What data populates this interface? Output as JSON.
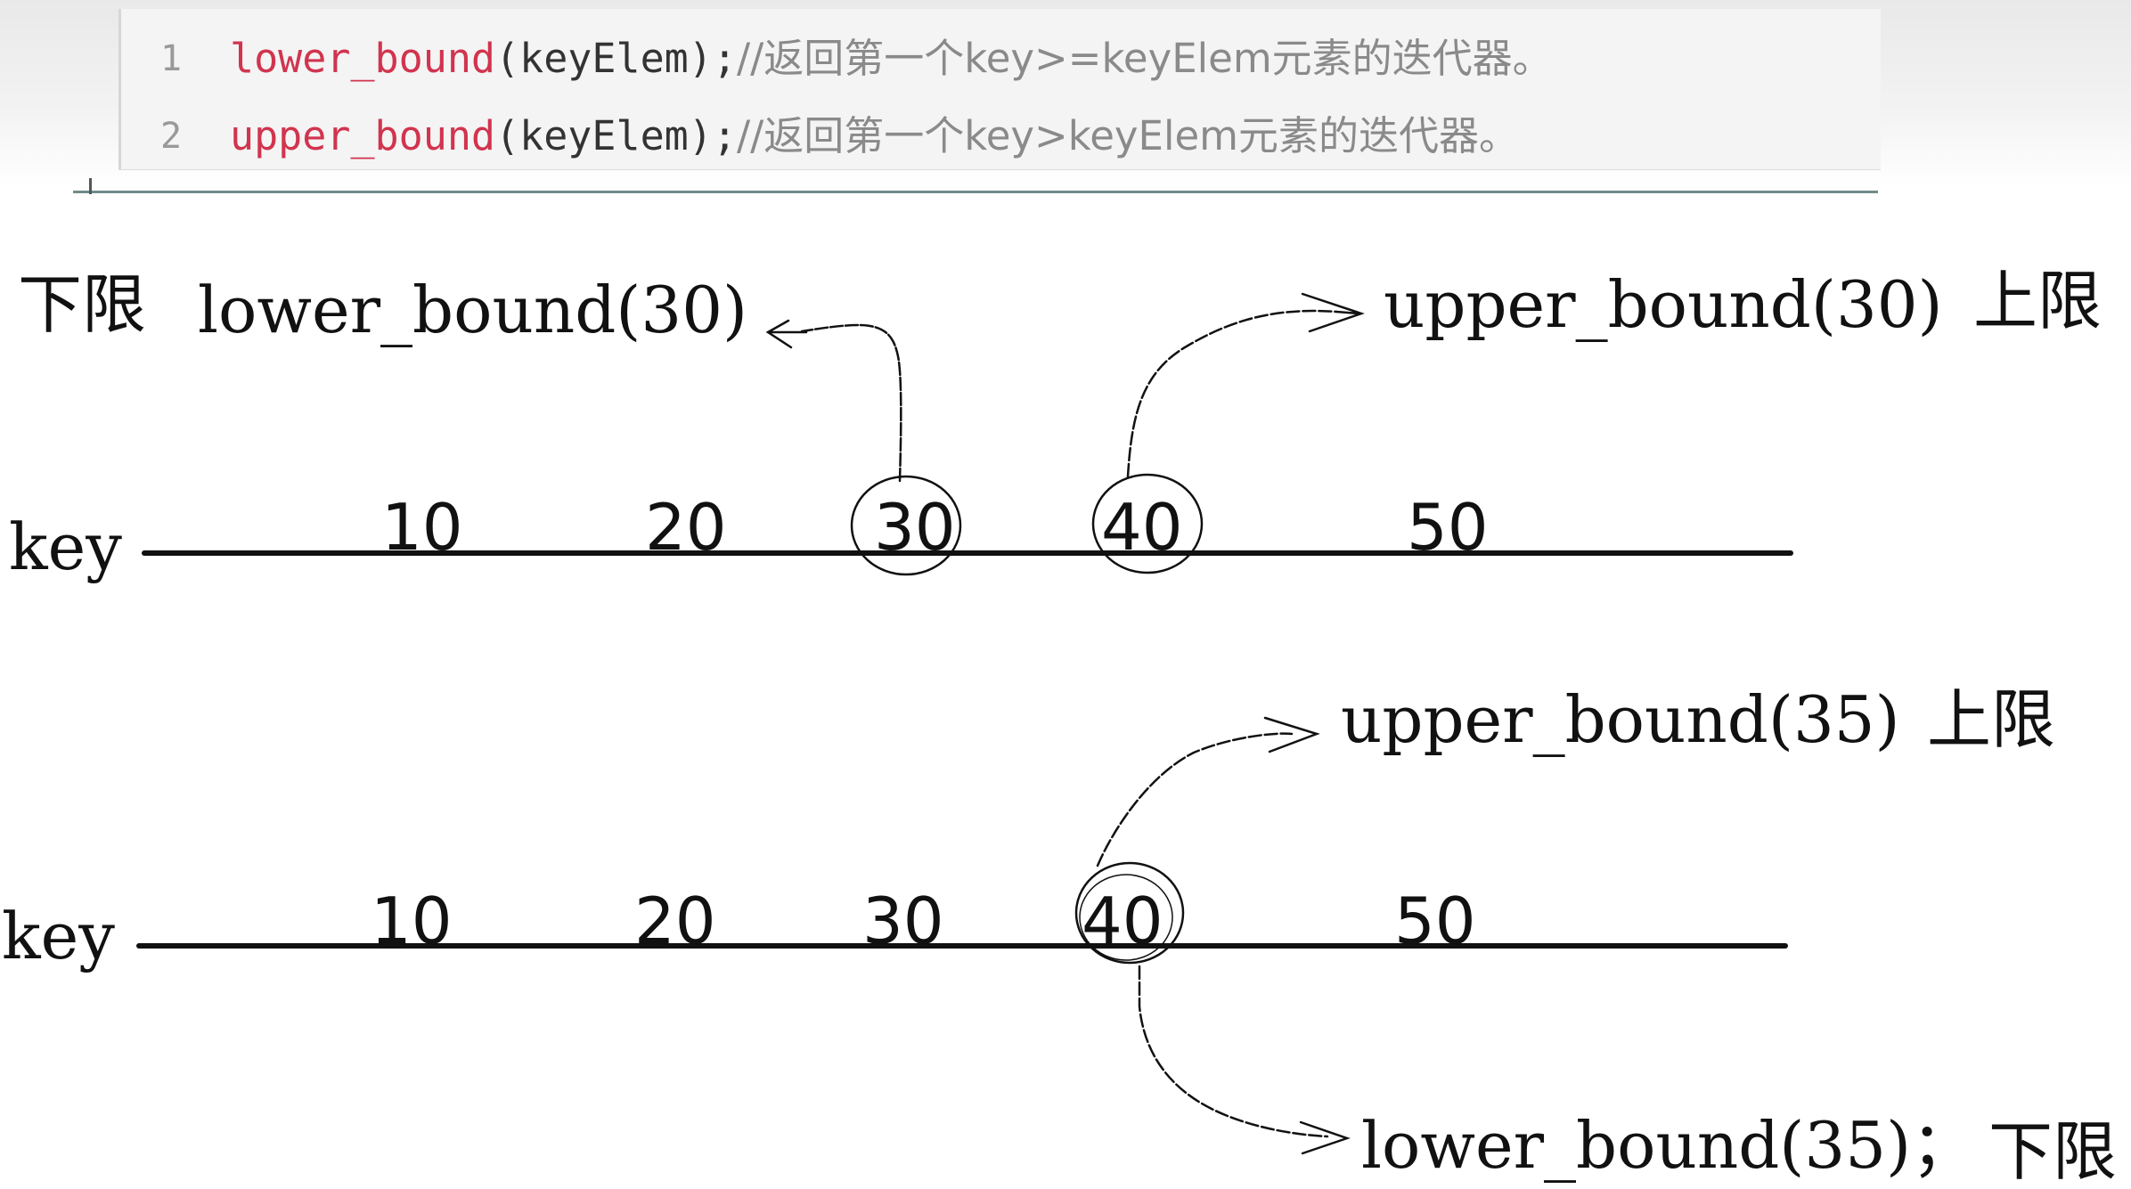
{
  "code": {
    "lines": [
      {
        "no": "1",
        "fn": "lower_bound",
        "args": "(keyElem);",
        "comment": "//返回第一个key>=keyElem元素的迭代器。"
      },
      {
        "no": "2",
        "fn": "upper_bound",
        "args": "(keyElem);",
        "comment": "//返回第一个key>keyElem元素的迭代器。"
      }
    ]
  },
  "diagram1": {
    "lower_prefix": "下限",
    "lower_call": "lower_bound(30)",
    "upper_call": "upper_bound(30)",
    "upper_suffix": "上限",
    "axis_label": "key",
    "keys": [
      "10",
      "20",
      "30",
      "40",
      "50"
    ]
  },
  "diagram2": {
    "upper_call": "upper_bound(35)",
    "upper_suffix": "上限",
    "axis_label": "key",
    "keys": [
      "10",
      "20",
      "30",
      "40",
      "50"
    ],
    "lower_call": "lower_bound(35)；",
    "lower_suffix": "下限"
  },
  "colors": {
    "function_name": "#d1344e",
    "code_text": "#333333",
    "line_number": "#999999",
    "ink": "#111111"
  }
}
